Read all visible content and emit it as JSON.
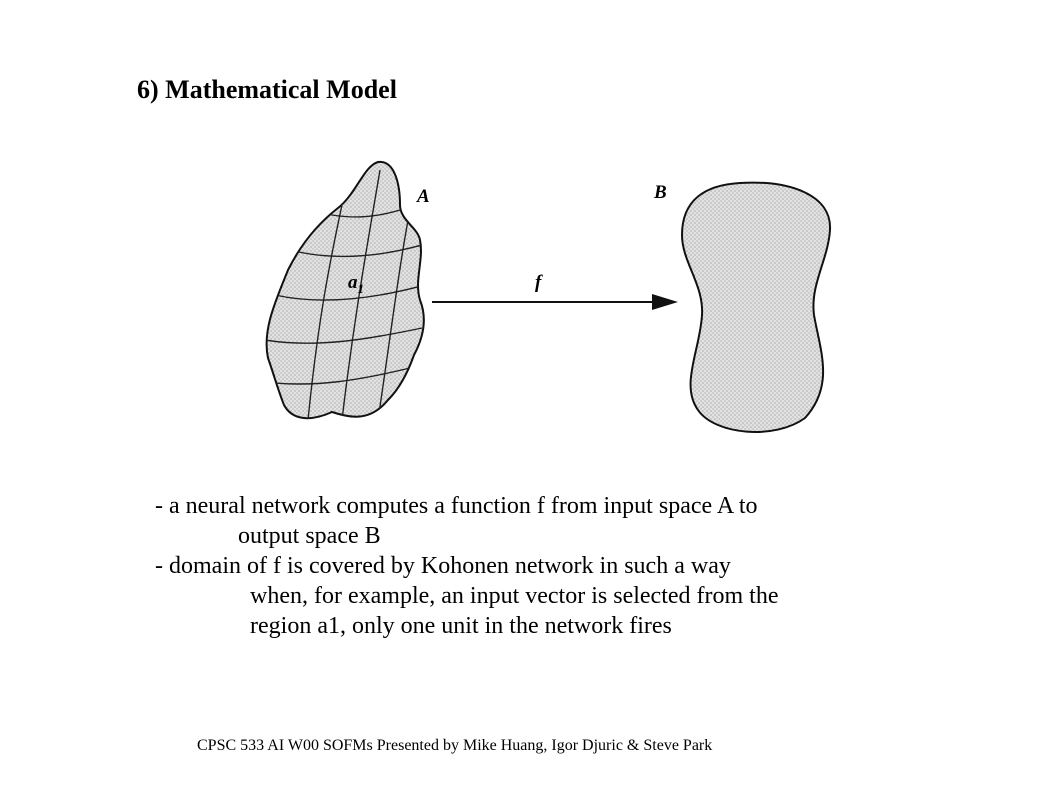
{
  "slide": {
    "title": "6) Mathematical Model"
  },
  "figure": {
    "label_a": "A",
    "label_b": "B",
    "label_f": "f",
    "label_a1_base": "a",
    "label_a1_sub": "1",
    "fill_color": "#d6d6d6",
    "stroke_color": "#111111"
  },
  "bullets": [
    {
      "lines": [
        "- a neural network computes a function f from input space A to",
        "output space B"
      ]
    },
    {
      "lines": [
        "- domain of f is covered by Kohonen network in such a way",
        "when, for example, an input vector is selected from the",
        "region a1, only one unit in the network fires"
      ]
    }
  ],
  "footer": {
    "text": "CPSC 533 AI W00 SOFMs Presented by Mike Huang, Igor Djuric & Steve Park"
  }
}
